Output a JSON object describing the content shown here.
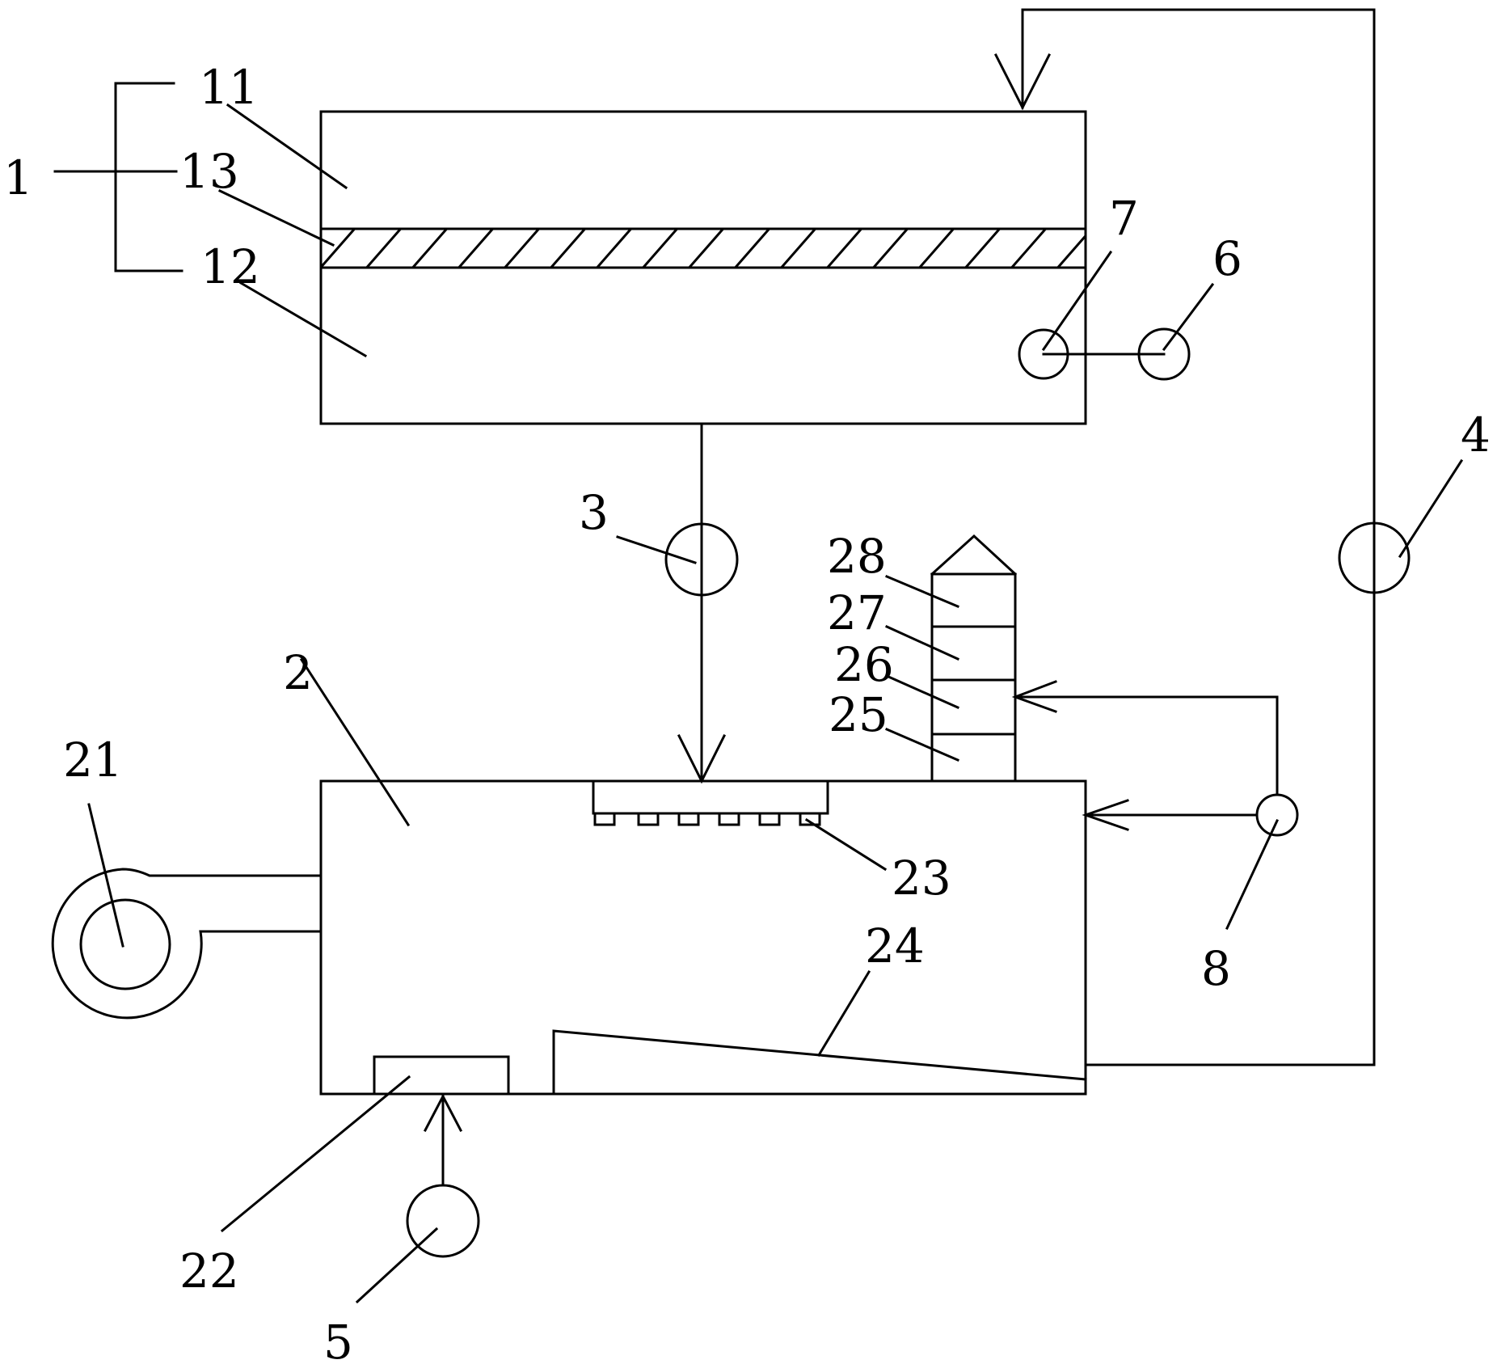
{
  "labels": {
    "l1": "1",
    "l11": "11",
    "l13": "13",
    "l12": "12",
    "l7": "7",
    "l6": "6",
    "l4": "4",
    "l3": "3",
    "l28": "28",
    "l27": "27",
    "l26": "26",
    "l25": "25",
    "l2": "2",
    "l21": "21",
    "l23": "23",
    "l24": "24",
    "l8": "8",
    "l22": "22",
    "l5": "5"
  }
}
